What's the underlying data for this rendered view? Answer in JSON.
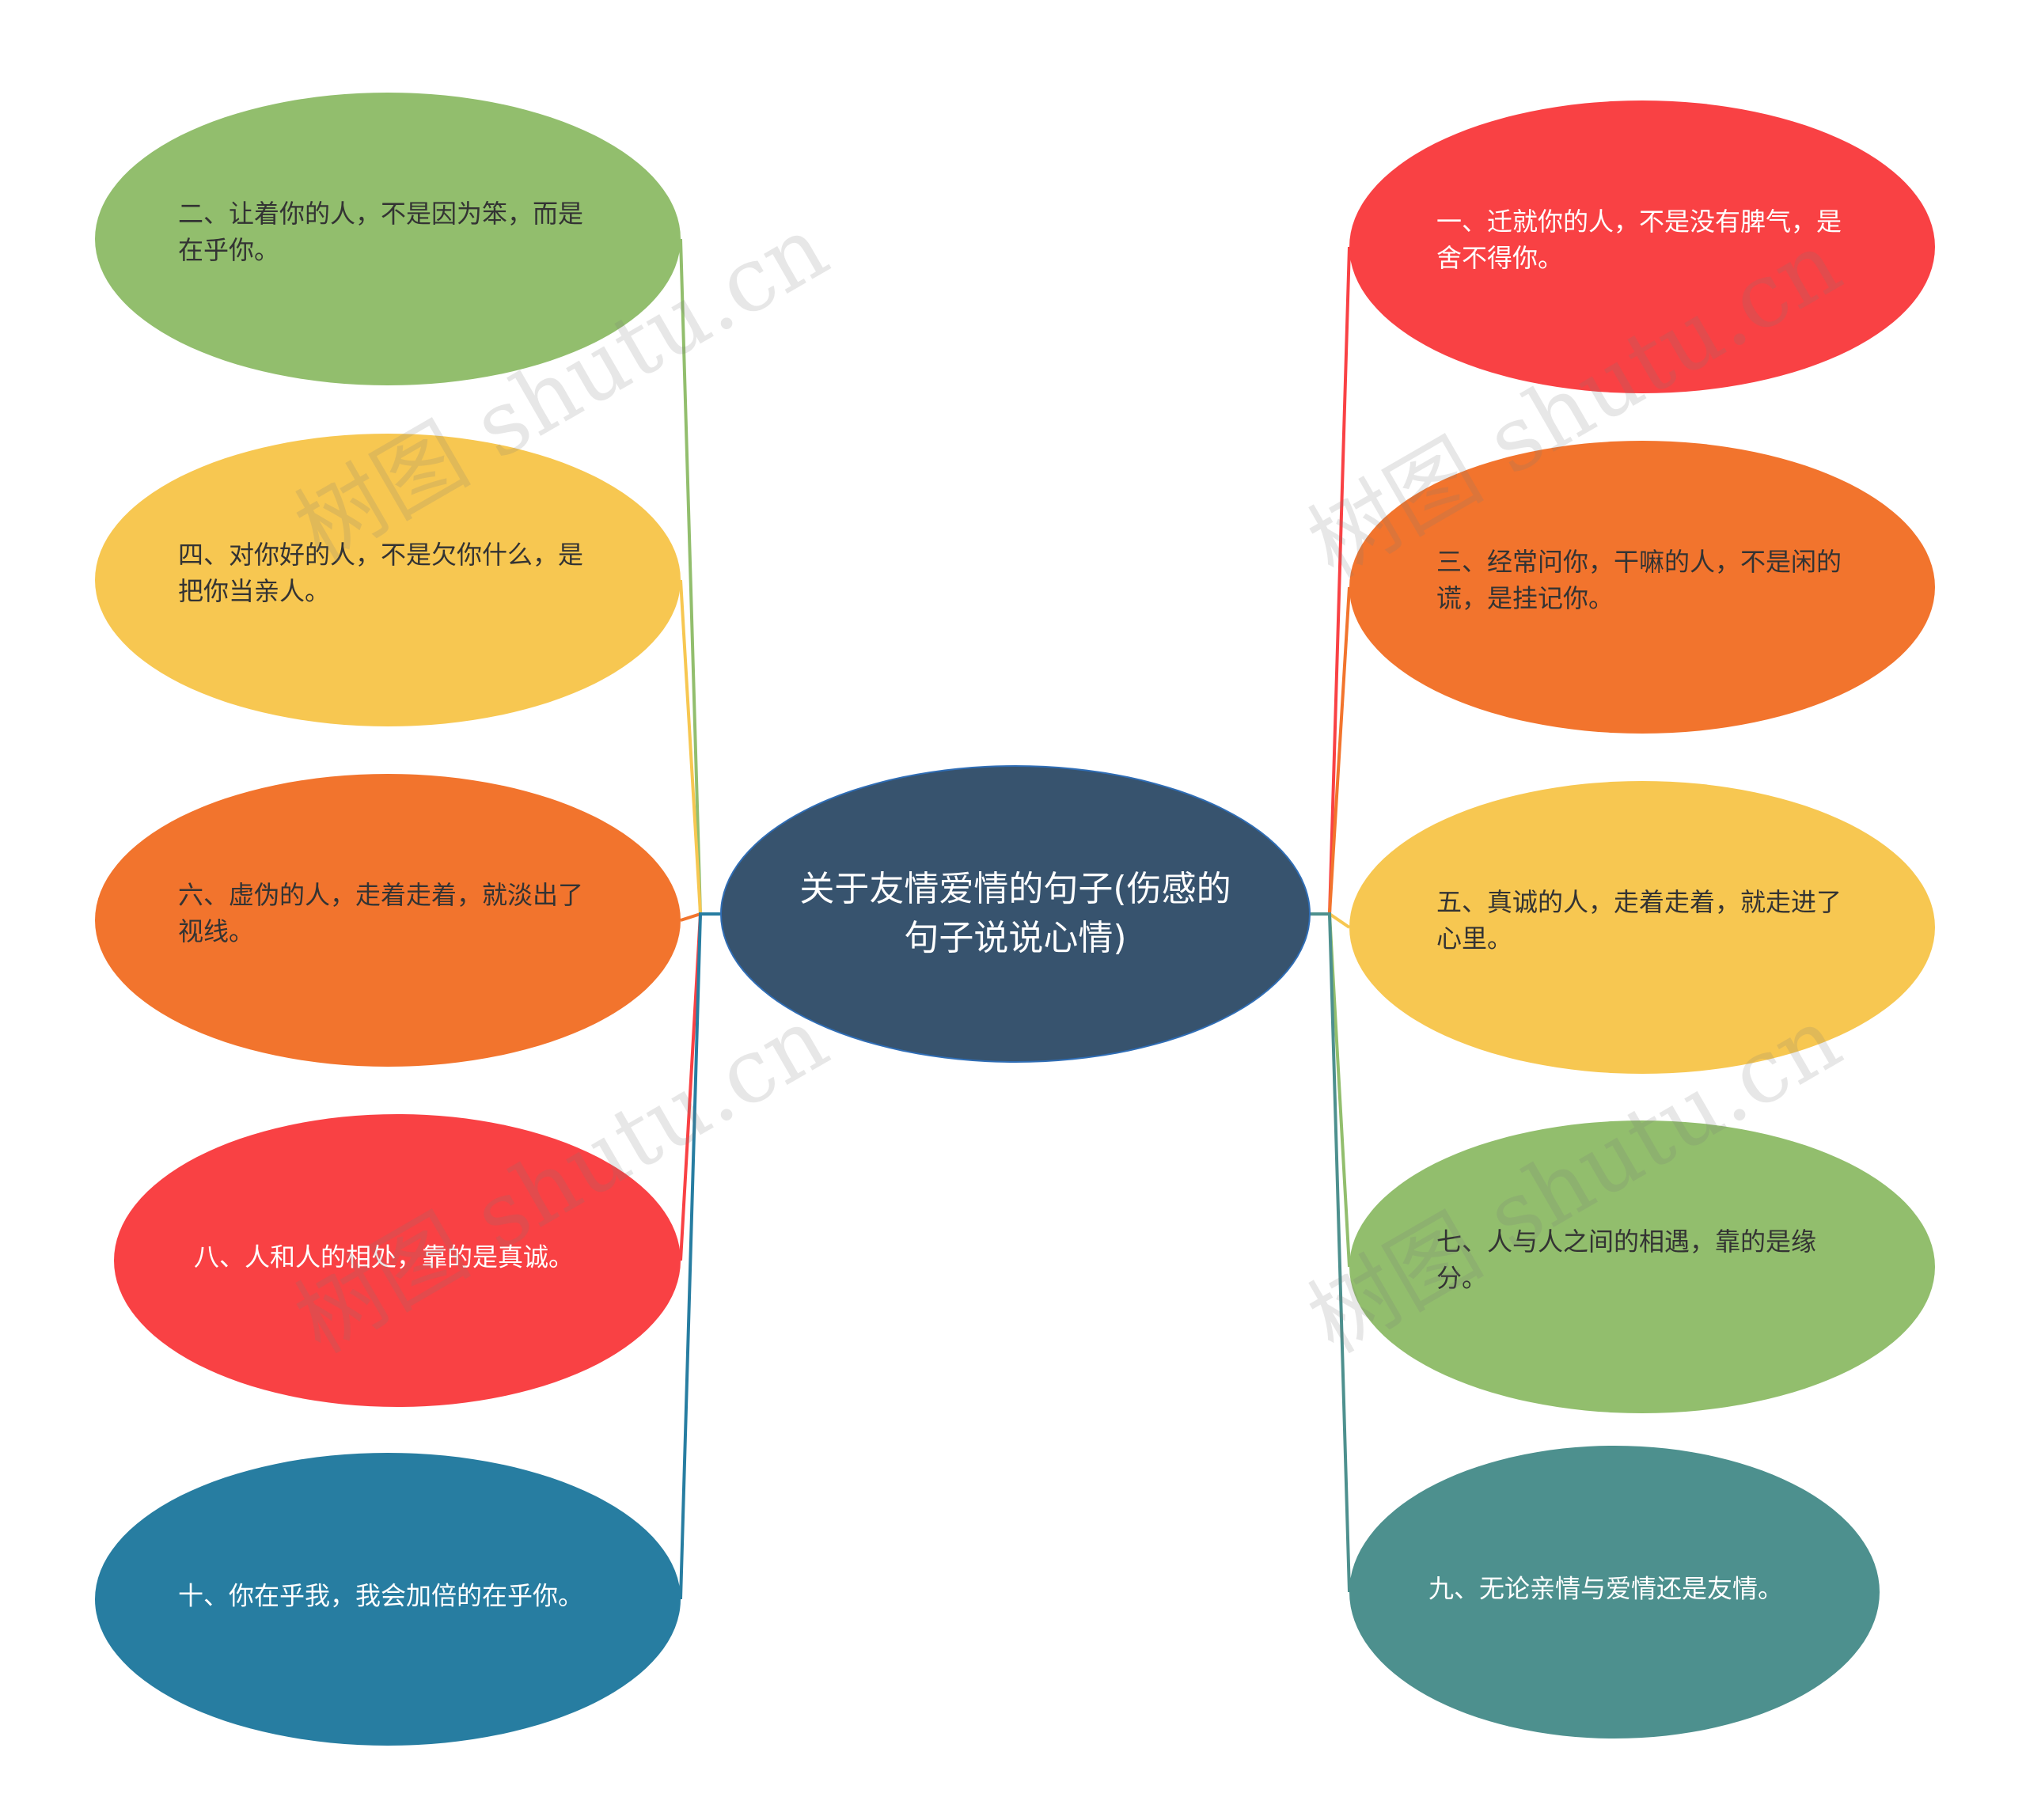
{
  "center": {
    "label": "关于友情爱情的句子(伤感的句子说说心情)",
    "color": "#37536e"
  },
  "nodes": [
    {
      "id": "n2",
      "side": "left",
      "label": "二、让着你的人，不是因为笨，而是在乎你。",
      "color": "#92be6d",
      "text_color": "#333333"
    },
    {
      "id": "n4",
      "side": "left",
      "label": "四、对你好的人，不是欠你什么，是把你当亲人。",
      "color": "#f7c751",
      "text_color": "#333333"
    },
    {
      "id": "n6",
      "side": "left",
      "label": "六、虚伪的人，走着走着，就淡出了视线。",
      "color": "#f2742d",
      "text_color": "#333333"
    },
    {
      "id": "n8",
      "side": "left",
      "label": "八、人和人的相处，靠的是真诚。",
      "color": "#f94144",
      "text_color": "#ffffff"
    },
    {
      "id": "n10",
      "side": "left",
      "label": "十、你在乎我，我会加倍的在乎你。",
      "color": "#277da1",
      "text_color": "#ffffff"
    },
    {
      "id": "n1",
      "side": "right",
      "label": "一、迁就你的人，不是没有脾气，是舍不得你。",
      "color": "#f94144",
      "text_color": "#ffffff"
    },
    {
      "id": "n3",
      "side": "right",
      "label": "三、经常问你，干嘛的人，不是闲的谎，是挂记你。",
      "color": "#f2742d",
      "text_color": "#333333"
    },
    {
      "id": "n5",
      "side": "right",
      "label": "五、真诚的人，走着走着，就走进了心里。",
      "color": "#f7c751",
      "text_color": "#333333"
    },
    {
      "id": "n7",
      "side": "right",
      "label": "七、人与人之间的相遇，靠的是缘分。",
      "color": "#92be6d",
      "text_color": "#333333"
    },
    {
      "id": "n9",
      "side": "right",
      "label": "九、无论亲情与爱情还是友情。",
      "color": "#4d908e",
      "text_color": "#ffffff"
    }
  ],
  "watermark": "树图 shutu.cn"
}
